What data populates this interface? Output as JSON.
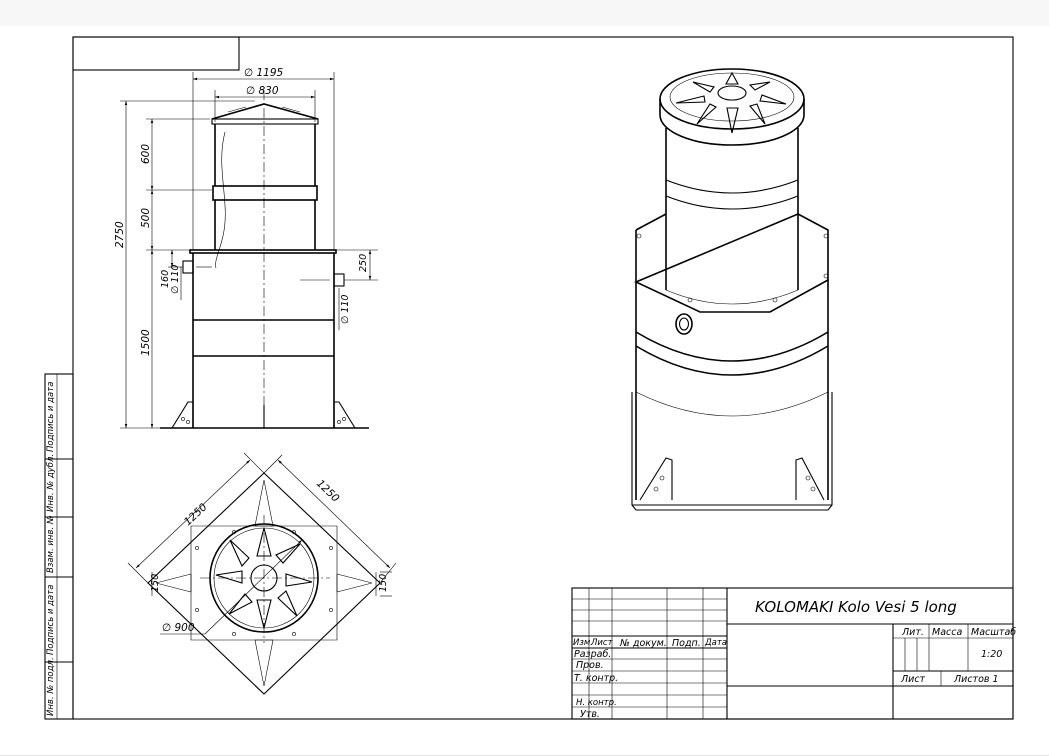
{
  "drawing": {
    "title": "KOLOMAKI Kolo Vesi 5 long",
    "dimensions": {
      "outer_diameter": "∅ 1195",
      "neck_diameter": "∅ 830",
      "total_height": "2750",
      "upper_height": "600",
      "middle_height": "500",
      "lower_height": "1500",
      "inlet_offset": "160",
      "inlet_diameter": "∅ 110",
      "outlet_offset": "250",
      "outlet_diameter": "∅ 110",
      "base_width_a": "1250",
      "base_width_b": "1250",
      "corner_left": "150",
      "corner_right": "150",
      "lid_diameter": "∅ 900"
    },
    "side_stamp": [
      "Подпись и дата",
      "Инв. № дубл.",
      "Взам. инв. №",
      "Подпись и дата",
      "Инв. № подл."
    ],
    "title_block": {
      "col_headers": [
        "Изм.",
        "Лист",
        "№ докум.",
        "Подп.",
        "Дата"
      ],
      "roles": [
        "Разраб.",
        "Пров.",
        "Т. контр.",
        "Н. контр.",
        "Утв."
      ],
      "lit_label": "Лит.",
      "mass_label": "Масса",
      "scale_label": "Масштаб",
      "scale_value": "1:20",
      "sheet_label": "Лист",
      "sheets_label": "Листов 1"
    }
  }
}
